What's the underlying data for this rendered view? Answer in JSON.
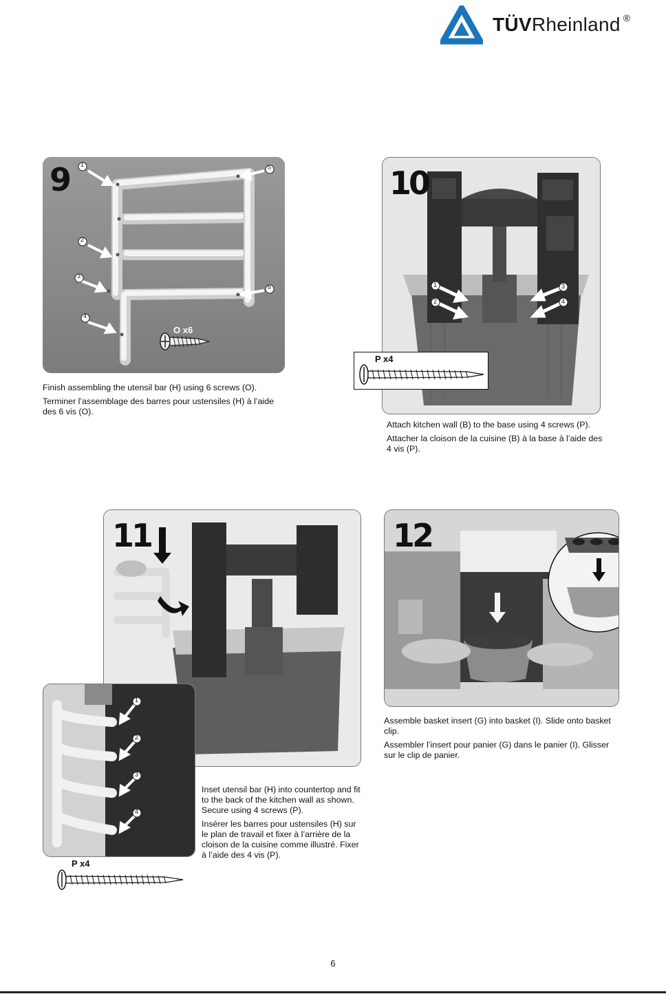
{
  "header": {
    "brand_bold": "TÜV",
    "brand_rest": "Rheinland",
    "registered_mark": "®"
  },
  "steps": [
    {
      "number": "9",
      "screw_label": "O x6",
      "caption_en": "Finish assembling the utensil bar (H) using 6 screws (O).",
      "caption_fr": "Terminer l’assemblage des barres pour ustensiles (H) à l’aide des 6 vis (O).",
      "callouts": [
        "1",
        "2",
        "3",
        "4",
        "5",
        "6"
      ]
    },
    {
      "number": "10",
      "screw_label": "P x4",
      "caption_en": "Attach kitchen wall (B) to the base using 4 screws (P).",
      "caption_fr": "Attacher la cloison de la cuisine (B) à la base à l’aide des 4 vis (P).",
      "callouts": [
        "1",
        "2",
        "3",
        "4"
      ]
    },
    {
      "number": "11",
      "screw_label": "P x4",
      "caption_en": "Inset utensil bar (H) into countertop and fit to the back of the kitchen wall as shown. Secure using 4 screws (P).",
      "caption_fr": "Insérer les barres pour ustensiles (H) sur le plan de travail et fixer à l’arrière de la cloison de la cuisine comme illustré. Fixer à l’aide des 4 vis (P).",
      "callouts": [
        "1",
        "2",
        "3",
        "4"
      ]
    },
    {
      "number": "12",
      "caption_en": "Assemble basket insert (G) into basket (I). Slide onto basket clip.",
      "caption_fr": "Assembler l’insert pour panier (G) dans le panier (I). Glisser sur le clip de panier."
    }
  ],
  "footer": {
    "page_number": "6"
  },
  "colors": {
    "brand_blue": "#1b75bb",
    "panel_dark": "#8f8f8f",
    "part_dark": "#2f2f2f",
    "part_light": "#f2f2f2"
  }
}
